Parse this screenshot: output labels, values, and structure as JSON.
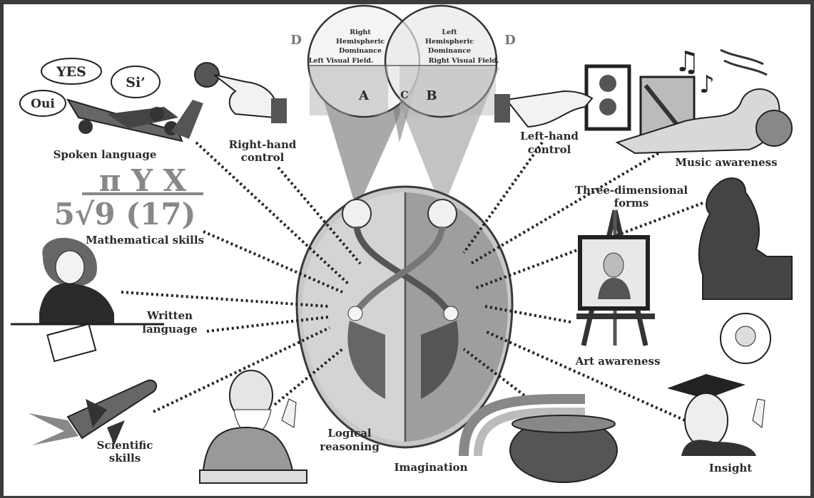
{
  "hemispheres": {
    "right_title": [
      "Right",
      "Hemispheric",
      "Dominance"
    ],
    "left_title": [
      "Left",
      "Hemispheric",
      "Dominance"
    ],
    "left_visual_field": "Left Visual Field.",
    "right_visual_field": "Right Visual Field.",
    "marker_a": "A",
    "marker_b": "B",
    "marker_c": "C",
    "marker_d_left": "D",
    "marker_d_right": "D"
  },
  "speech_bubbles": {
    "yes": "YES",
    "si": "Si’",
    "oui": "Oui"
  },
  "labels": {
    "spoken_language": "Spoken language",
    "right_hand_control": [
      "Right-hand",
      "control"
    ],
    "left_hand_control": [
      "Left-hand",
      "control"
    ],
    "music_awareness": "Music awareness",
    "three_d_forms": [
      "Three-dimensional",
      "forms"
    ],
    "mathematical_skills": "Mathematical skills",
    "written_language": [
      "Written",
      "language"
    ],
    "art_awareness": "Art awareness",
    "scientific_skills": [
      "Scientific",
      "skills"
    ],
    "logical_reasoning": [
      "Logical",
      "reasoning"
    ],
    "imagination": "Imagination",
    "insight": "Insight"
  },
  "math": {
    "top": "π Y X",
    "bottom": "5√9 (17)"
  }
}
